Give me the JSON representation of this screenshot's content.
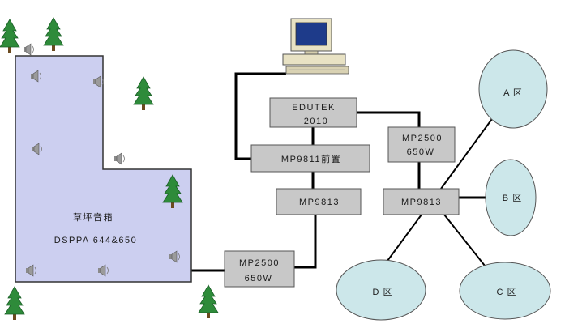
{
  "lawn": {
    "title": "草坪音箱",
    "model": "DSPPA 644&650",
    "fill": "#cccff0"
  },
  "devices": {
    "edutek": [
      "EDUTEK",
      "2010"
    ],
    "mp9811": "MP9811前置",
    "mp9813_left": "MP9813",
    "mp2500_bottom": [
      "MP2500",
      "650W"
    ],
    "mp2500_right": [
      "MP2500",
      "650W"
    ],
    "mp9813_right": "MP9813",
    "box_fill": "#c8c8c8"
  },
  "zones": {
    "a": "A 区",
    "b": "B 区",
    "c": "C 区",
    "d": "D 区",
    "fill": "#cce7ea"
  },
  "icons": {
    "tree": "pine-tree-icon",
    "speaker": "speaker-icon",
    "computer": "computer-icon"
  }
}
